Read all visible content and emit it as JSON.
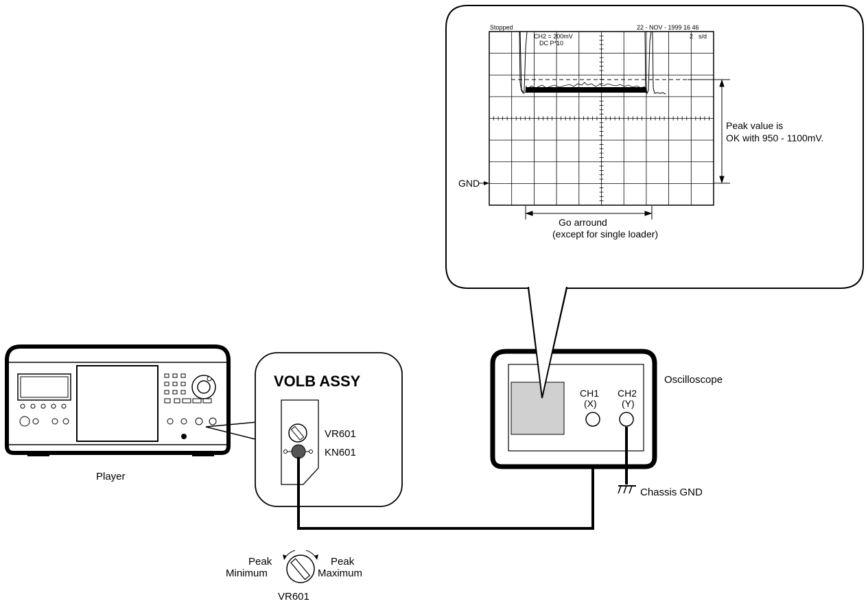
{
  "scope": {
    "status": "Stopped",
    "date": "22 - NOV - 1999 16 46",
    "channel_setting": "CH2 = 200mV",
    "coupling": "DC  P*10",
    "timebase_value": "2",
    "timebase_unit": "s/d",
    "gnd_label": "GND",
    "peak_label_line1": "Peak value is",
    "peak_label_line2": "OK with 950 - 1100mV.",
    "around_line1": "Go arround",
    "around_line2": "(except for single loader)"
  },
  "labels": {
    "player": "Player",
    "volb_title": "VOLB ASSY",
    "vr601": "VR601",
    "kn601": "KN601",
    "oscilloscope": "Oscilloscope",
    "ch1_line1": "CH1",
    "ch1_line2": "(X)",
    "ch2_line1": "CH2",
    "ch2_line2": "(Y)",
    "chassis_gnd": "Chassis GND",
    "peak_min_line1": "Peak",
    "peak_min_line2": "Minimum",
    "peak_max_line1": "Peak",
    "peak_max_line2": "Maximum",
    "vr601_bottom": "VR601"
  }
}
